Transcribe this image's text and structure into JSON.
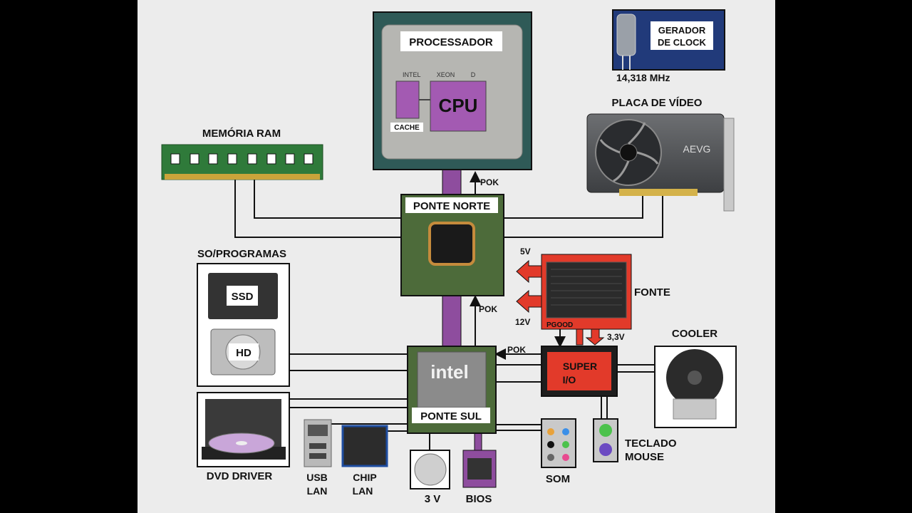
{
  "labels": {
    "processor": "PROCESSADOR",
    "intel_line": "INTEL",
    "xeon_line": "XEON",
    "d_suffix": "D",
    "cpu": "CPU",
    "cache": "CACHE",
    "clock_line1": "GERADOR",
    "clock_line2": "DE CLOCK",
    "clock_freq": "14,318 MHz",
    "video_card": "PLACA DE VÍDEO",
    "evga_logo": "AEVG",
    "ram": "MEMÓRIA RAM",
    "north_bridge": "PONTE NORTE",
    "pok_cpu": "POK",
    "pok_north": "POK",
    "pok_south": "POK",
    "storage_group": "SO/PROGRAMAS",
    "ssd": "SSD",
    "hd": "HD",
    "psu": "FONTE",
    "v5": "5V",
    "v12": "12V",
    "v33": "3,3V",
    "pgood": "PGOOD",
    "south_bridge": "PONTE SUL",
    "intel_logo": "intel",
    "super_io_line1": "SUPER",
    "super_io_line2": "I/O",
    "cooler": "COOLER",
    "dvd": "DVD DRIVER",
    "usb_line1": "USB",
    "usb_line2": "LAN",
    "chip_line1": "CHIP",
    "chip_line2": "LAN",
    "battery": "3 V",
    "bios": "BIOS",
    "sound": "SOM",
    "keyboard": "TECLADO",
    "mouse": "MOUSE"
  },
  "colors": {
    "background": "#ececec",
    "bus_purple": "#8e4d9e",
    "cpu_purple": "#a35ab2",
    "chip_green": "#4d6b3a",
    "psu_red": "#e23a2a",
    "line": "#111111"
  }
}
